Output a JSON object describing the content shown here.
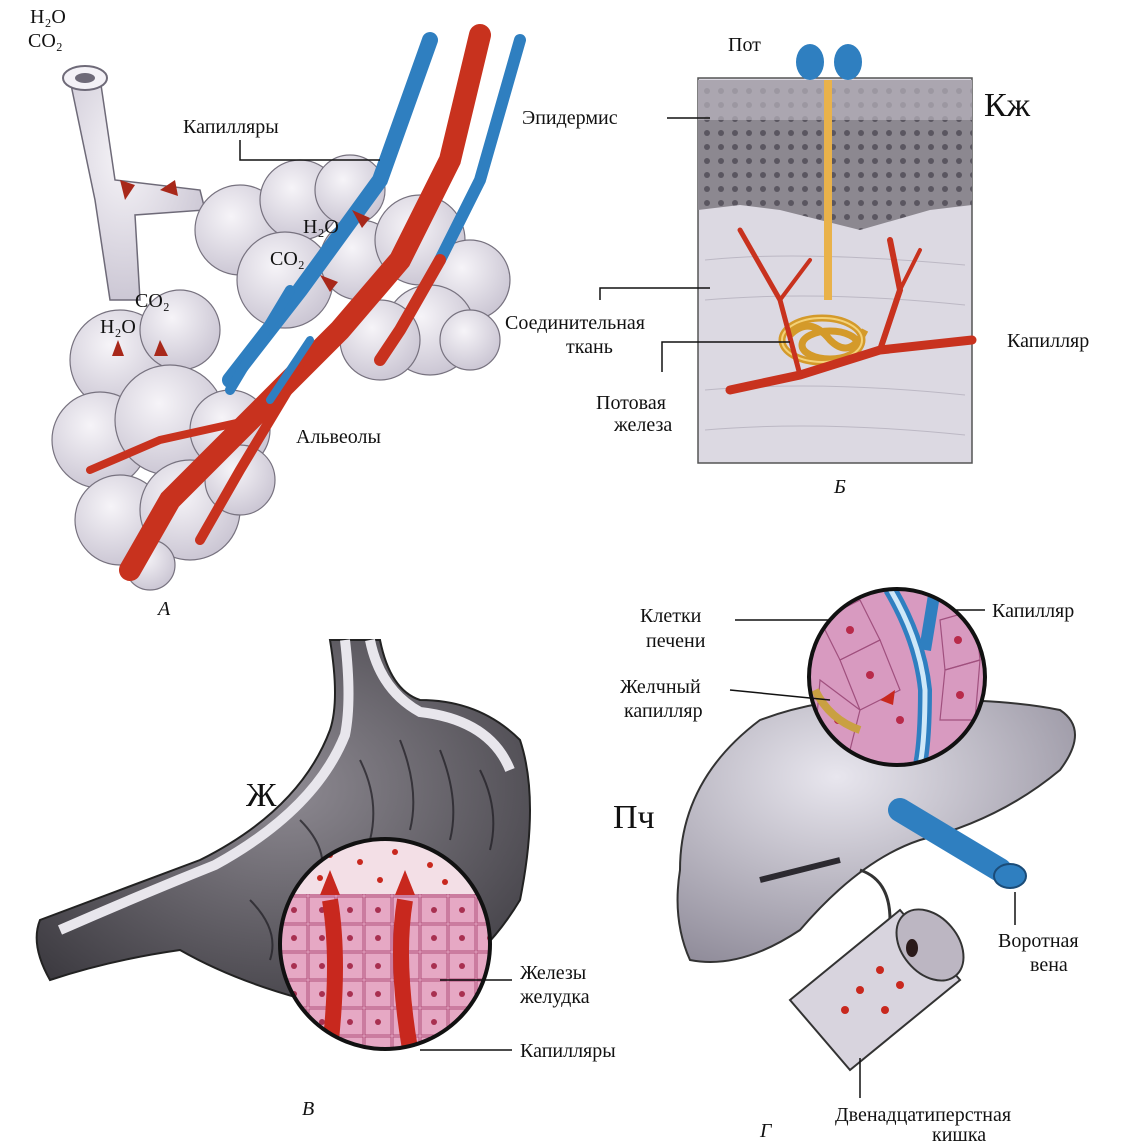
{
  "panel_a": {
    "label_water": "H₂O",
    "label_co2": "CO₂",
    "capillaries": "Капилляры",
    "alveoli": "Альвеолы",
    "inner_h2o_1": "H₂O",
    "inner_co2_1": "CO₂",
    "inner_co2_2": "CO₂",
    "inner_h2o_2": "H₂O",
    "letter": "А"
  },
  "panel_b": {
    "sweat": "Пот",
    "epidermis": "Эпидермис",
    "skin_abbr": "Кж",
    "connective_1": "Соединительная",
    "connective_2": "ткань",
    "capillary": "Капилляр",
    "gland_1": "Потовая",
    "gland_2": "железа",
    "letter": "Б"
  },
  "panel_c": {
    "stomach_abbr": "Ж",
    "glands_1": "Железы",
    "glands_2": "желудка",
    "capillaries": "Капилляры",
    "letter": "В"
  },
  "panel_d": {
    "cells_1": "Клетки",
    "cells_2": "печени",
    "capillary": "Капилляр",
    "bile_1": "Желчный",
    "bile_2": "капилляр",
    "liver_abbr": "Пч",
    "portal_1": "Воротная",
    "portal_2": "вена",
    "duodenum_1": "Двенадцатиперстная",
    "duodenum_2": "кишка",
    "letter": "Г"
  },
  "colors": {
    "artery": "#c8321e",
    "vein": "#2f7fc0",
    "alveoli": "#e4e0ea",
    "gland": "#e9b24a",
    "tissue_pink": "#e79ab8",
    "cell_red": "#c8281e"
  }
}
